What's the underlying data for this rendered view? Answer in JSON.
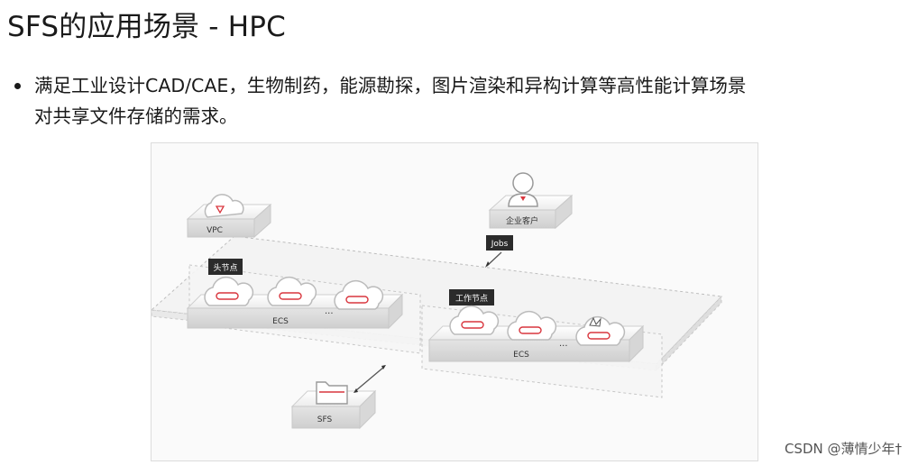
{
  "slide": {
    "title": "SFS的应用场景 - HPC",
    "bullet_line1": "满足工业设计CAD/CAE，生物制药，能源勘探，图片渲染和异构计算等高性能计算场景",
    "bullet_line2": "对共享文件存储的需求。"
  },
  "diagram": {
    "vpc_label": "VPC",
    "enterprise_label": "企业客户",
    "jobs_label": "Jobs",
    "head_node_label": "头节点",
    "work_node_label": "工作节点",
    "ecs_left_label": "ECS",
    "ecs_right_label": "ECS",
    "sfs_label": "SFS",
    "ellipsis": "···",
    "accent_color": "#d9363e"
  },
  "watermark": "CSDN @薄情少年†"
}
